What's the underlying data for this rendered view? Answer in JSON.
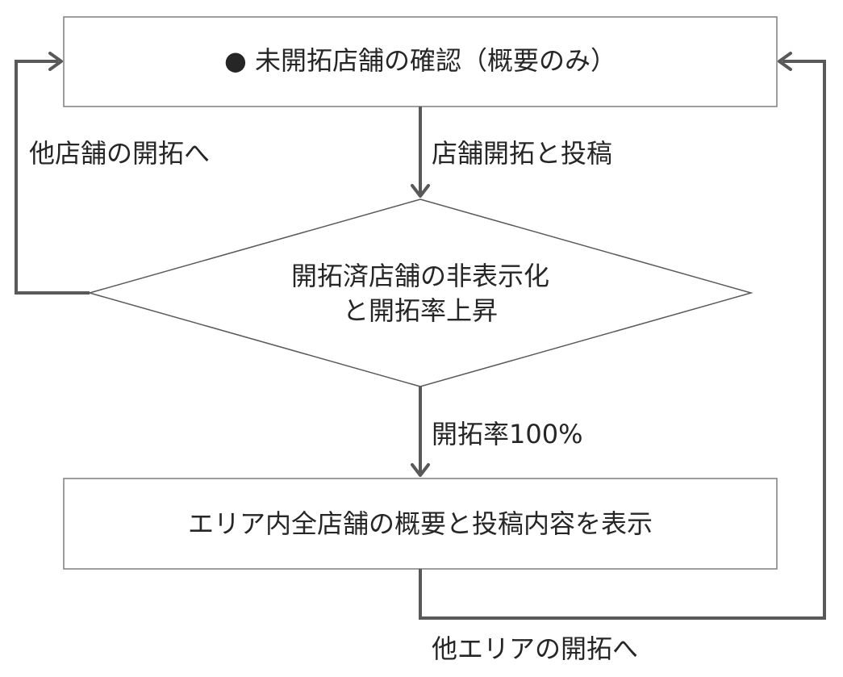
{
  "nodes": {
    "top_box": {
      "text": "● 未開拓店舗の確認（概要のみ）"
    },
    "decision": {
      "line1": "開拓済店舗の非表示化",
      "line2": "と開拓率上昇"
    },
    "bottom_box": {
      "text": "エリア内全店舗の概要と投稿内容を表示"
    }
  },
  "edges": {
    "loop_left": "他店舗の開拓へ",
    "top_to_decision": "店舗開拓と投稿",
    "decision_to_bottom": "開拓率100%",
    "loop_right": "他エリアの開拓へ"
  },
  "colors": {
    "line": "#595959",
    "box_border": "#7f7f7f",
    "text": "#262626"
  }
}
